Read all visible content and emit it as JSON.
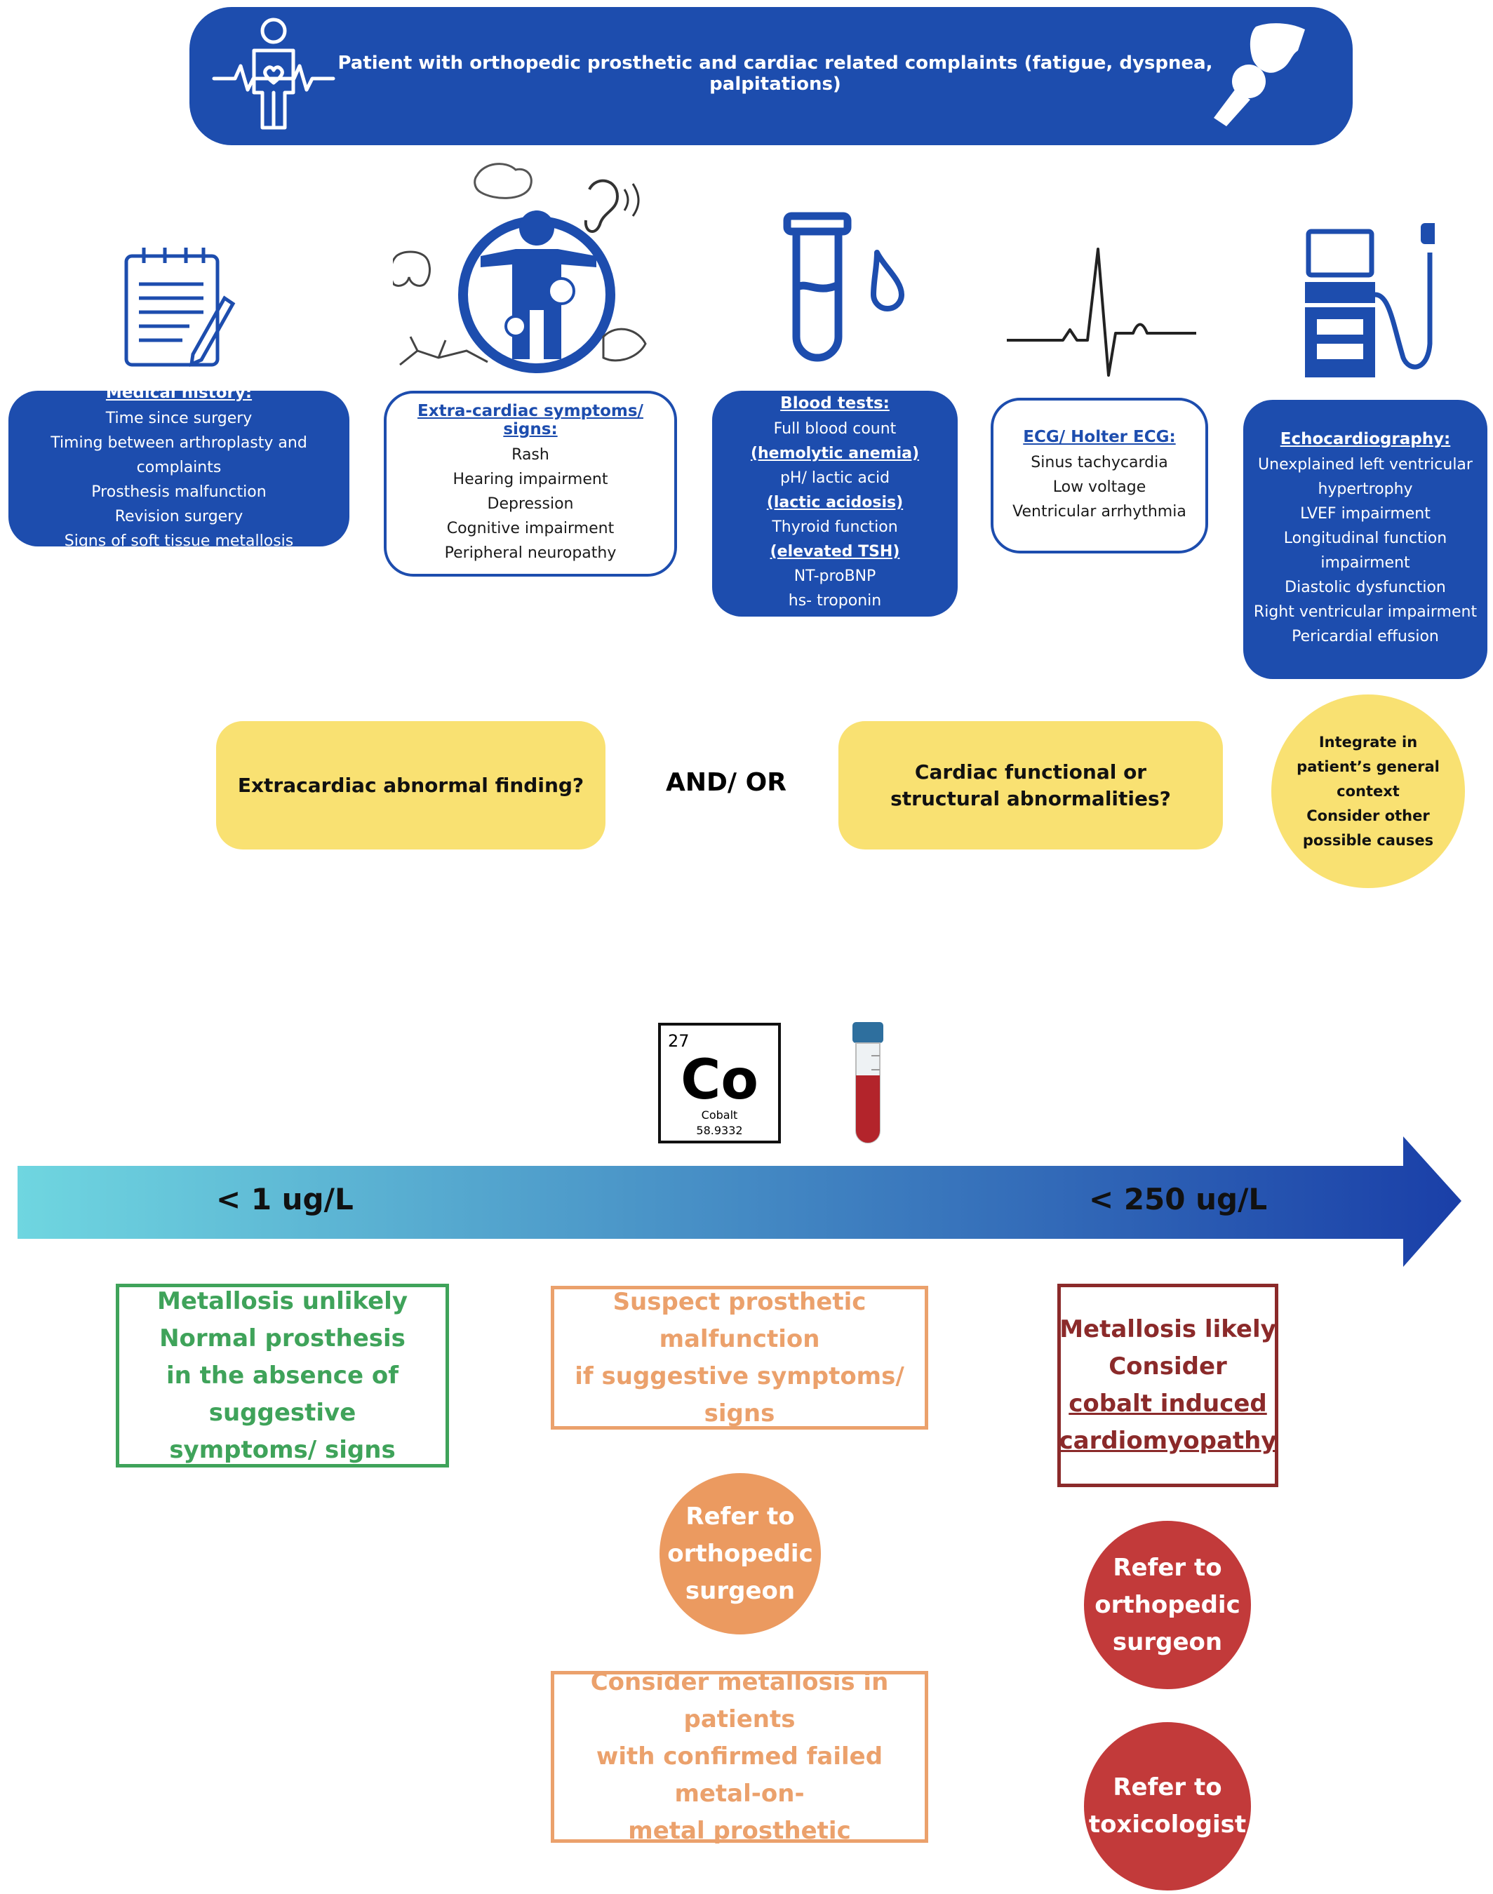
{
  "colors": {
    "blue": "#1d4dae",
    "yellow": "#f9e172",
    "green": "#3fa35a",
    "orange": "#eba16c",
    "dark_red": "#8b2a2a",
    "red": "#c94040",
    "arrow_start": "#6fd6e0",
    "arrow_end": "#1a3fa8"
  },
  "banner": {
    "text": "Patient with orthopedic prosthetic and cardiac related complaints (fatigue, dyspnea, palpitations)",
    "icons": [
      "patient-heart-icon",
      "hip-joint-icon"
    ]
  },
  "medical_history": {
    "heading": "Medical history:",
    "items": [
      "Time since surgery",
      "Timing between arthroplasty and complaints",
      "Prosthesis malfunction",
      "Revision surgery",
      "Signs of soft tissue metallosis"
    ],
    "icon": "notepad-icon"
  },
  "extracardiac": {
    "heading": "Extra-cardiac symptoms/ signs:",
    "items": [
      "Rash",
      "Hearing impairment",
      "Depression",
      "Cognitive impairment",
      "Peripheral neuropathy"
    ],
    "icon": "body-systems-icon"
  },
  "blood_tests": {
    "heading": "Blood tests:",
    "items": [
      "Full blood count",
      "(hemolytic anemia)",
      "pH/ lactic acid",
      "(lactic acidosis)",
      "Thyroid function",
      "(elevated TSH)",
      "NT-proBNP",
      "hs- troponin"
    ],
    "icon": "test-tube-icon"
  },
  "ecg": {
    "heading": "ECG/ Holter ECG:",
    "items": [
      "Sinus tachycardia",
      "Low voltage",
      "Ventricular arrhythmia"
    ],
    "icon": "ecg-trace-icon"
  },
  "echo": {
    "heading": "Echocardiography:",
    "items": [
      "Unexplained left ventricular",
      "hypertrophy",
      "LVEF impairment",
      "Longitudinal function",
      "impairment",
      "Diastolic dysfunction",
      "Right ventricular impairment",
      "Pericardial effusion"
    ],
    "icon": "echo-machine-icon"
  },
  "decision": {
    "left": "Extracardiac abnormal finding?",
    "connector": "AND/ OR",
    "right": "Cardiac functional or structural abnormalities?",
    "circle": [
      "Integrate in",
      "patient’s general",
      "context",
      "Consider other",
      "possible causes"
    ]
  },
  "cobalt": {
    "number": "27",
    "symbol": "Co",
    "name": "Cobalt",
    "mass": "58.9332",
    "icon": "blood-tube-icon"
  },
  "arrow": {
    "low": "< 1 ug/L",
    "high": "< 250 ug/L"
  },
  "outcomes": {
    "low": [
      "Metallosis unlikely",
      "Normal prosthesis",
      "in the absence of suggestive",
      "symptoms/ signs"
    ],
    "mid": [
      "Suspect prosthetic malfunction",
      "if suggestive symptoms/ signs"
    ],
    "mid_refer": [
      "Refer to",
      "orthopedic",
      "surgeon"
    ],
    "mid_consider": [
      "Consider metallosis in patients",
      "with confirmed failed metal-on-",
      "metal prosthetic"
    ],
    "high": [
      "Metallosis likely",
      "Consider",
      "cobalt induced",
      "cardiomyopathy"
    ],
    "high_refer_ortho": [
      "Refer to",
      "orthopedic",
      "surgeon"
    ],
    "high_refer_tox": [
      "Refer  to",
      "toxicologist"
    ]
  }
}
